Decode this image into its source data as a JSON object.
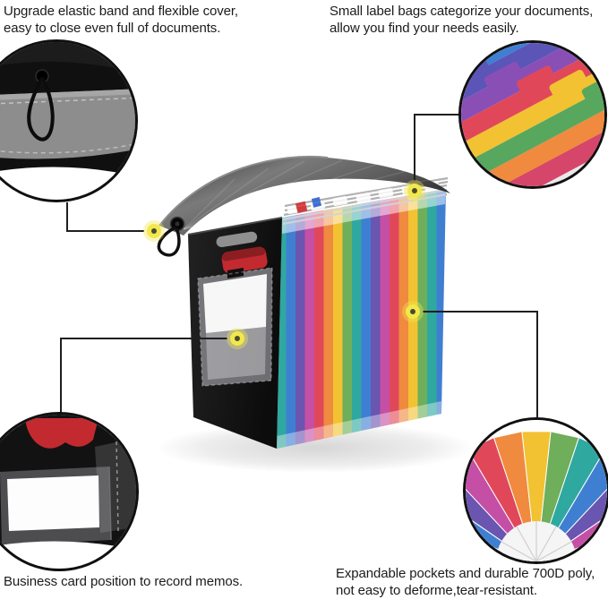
{
  "annotations": {
    "top_left": {
      "lines": [
        "Upgrade elastic band and flexible cover,",
        "easy to close even full of documents."
      ]
    },
    "top_right": {
      "lines": [
        "Small label bags categorize your documents,",
        "allow you find your needs easily."
      ]
    },
    "bottom_left": {
      "lines": [
        "Business card position to record memos."
      ]
    },
    "bottom_right": {
      "lines": [
        "Expandable pockets and durable 700D poly,",
        "not easy to deforme,tear-resistant."
      ]
    }
  },
  "colors": {
    "background": "#ffffff",
    "text": "#1b1b1b",
    "connector_line": "#1f1f1f",
    "marker_yellow": "#f2e84b",
    "marker_center": "#4a4a33",
    "product_black": "#141414",
    "lid_gray": "#6e6e6e",
    "handle_red": "#c22a30",
    "card_white": "#f7f7f7",
    "rainbow": [
      "#2fa8a0",
      "#3f7fd2",
      "#6a55b0",
      "#c44fa5",
      "#e0485a",
      "#ef8a3f",
      "#f2c232",
      "#6fae5a"
    ],
    "label_bands": [
      "#f2c232",
      "#3f7fd2",
      "#5b55b8",
      "#8a4fb5",
      "#e0485a",
      "#f2c232",
      "#58a75e",
      "#ef8a3f",
      "#d6456a"
    ]
  }
}
